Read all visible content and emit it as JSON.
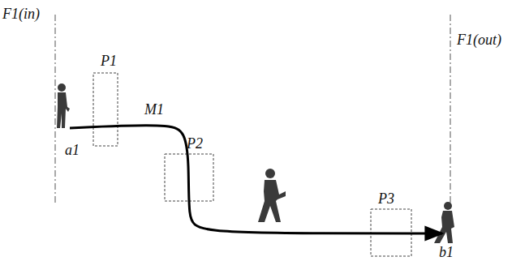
{
  "diagram": {
    "labels": [
      "F1(in)",
      "P1",
      "M1",
      "a1",
      "P2",
      "F1(out)",
      "P3",
      "b1"
    ]
  }
}
